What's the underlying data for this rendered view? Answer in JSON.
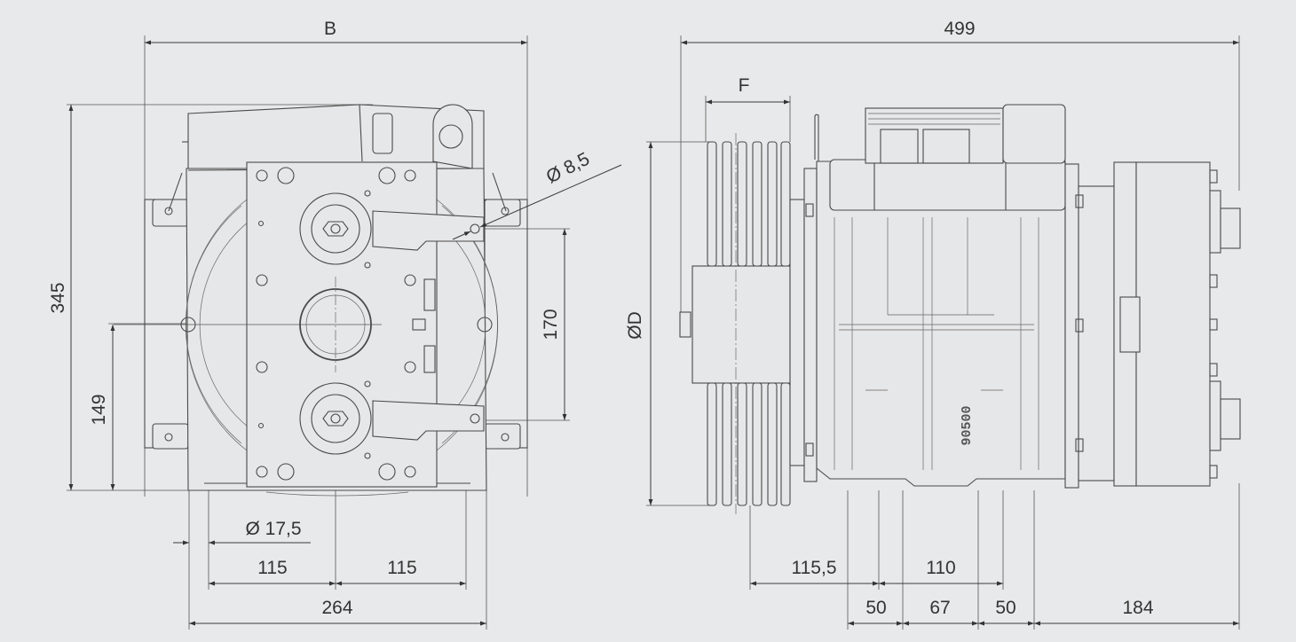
{
  "front_view": {
    "dim_width": "B",
    "dim_height": "345",
    "dim_axis_height": "149",
    "dim_sheave_spacing": "170",
    "dim_hole_small": "Ø 8,5",
    "dim_foot_hole": "Ø 17,5",
    "dim_left_115": "115",
    "dim_right_115": "115",
    "dim_total_base": "264"
  },
  "side_view": {
    "dim_total_length": "499",
    "dim_sheave_width": "F",
    "dim_sheave_diameter": "ØD",
    "dim_115_5": "115,5",
    "dim_110": "110",
    "dim_50_left": "50",
    "dim_67": "67",
    "dim_50_right": "50",
    "dim_184": "184",
    "casting_mark": "90500"
  },
  "colors": {
    "background": "#e8e9ea",
    "lines": "#3a3a3a"
  }
}
